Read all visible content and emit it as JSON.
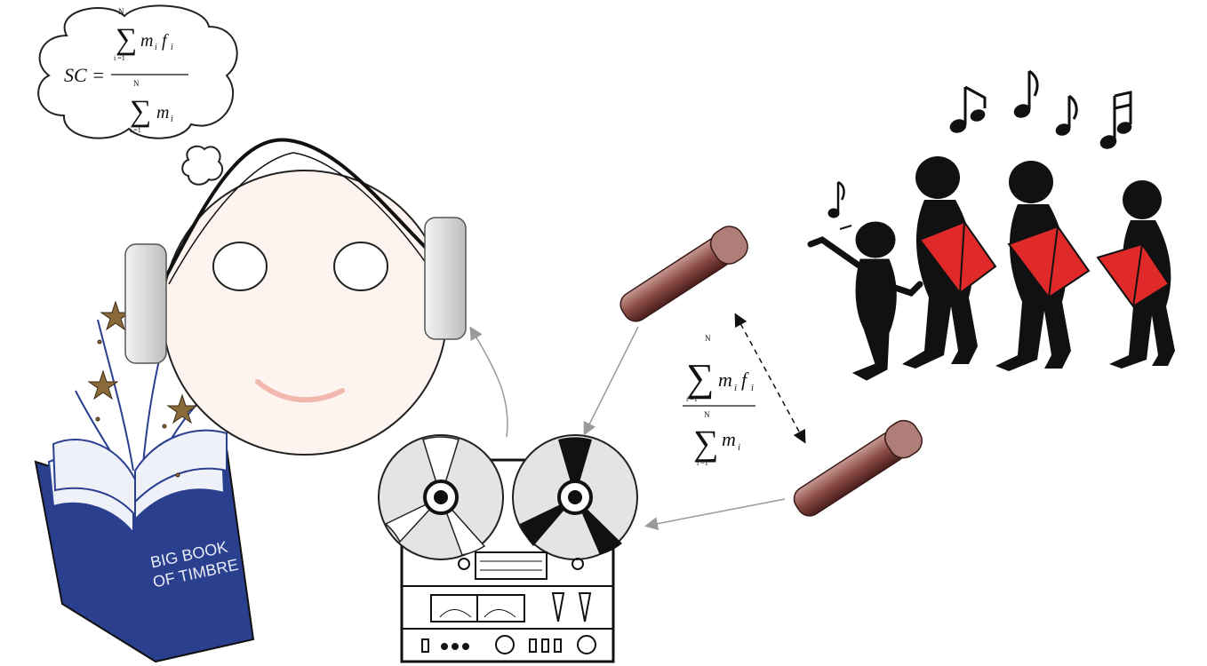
{
  "formula_thought": {
    "lhs": "SC =",
    "sum_top": "∑",
    "sum_top_upper": "N",
    "sum_top_lower": "i =1",
    "numerator_term": "m",
    "numerator_sub": "i",
    "numerator_f": "f",
    "numerator_f_sub": "i",
    "sum_bottom": "∑",
    "sum_bottom_upper": "N",
    "sum_bottom_lower": "i =1",
    "denominator_term": "m",
    "denominator_sub": "i"
  },
  "formula_middle": {
    "sum_top": "∑",
    "sum_top_upper": "N",
    "sum_top_lower": "i =1",
    "numerator_term": "m",
    "numerator_sub": "i",
    "numerator_f": "f",
    "numerator_f_sub": "i",
    "sum_bottom": "∑",
    "sum_bottom_upper": "N",
    "sum_bottom_lower": "i =1",
    "denominator_term": "m",
    "denominator_sub": "i"
  },
  "book": {
    "line1": "BIG BOOK",
    "line2": "OF TIMBRE"
  },
  "colors": {
    "face": "#fdf3ef",
    "headphone": "#dcdcdc",
    "smile": "#f2b8ae",
    "book_cover": "#2b3f8f",
    "book_pages": "#eef1f8",
    "star": "#8b6a3a",
    "mic": "#8a4a44",
    "hymnal": "#e02a2a",
    "arrow": "#9a9a9a"
  },
  "icons": [
    "thought-cloud",
    "headphone-face",
    "book",
    "stars",
    "tape-recorder",
    "microphone",
    "singers",
    "music-notes"
  ]
}
